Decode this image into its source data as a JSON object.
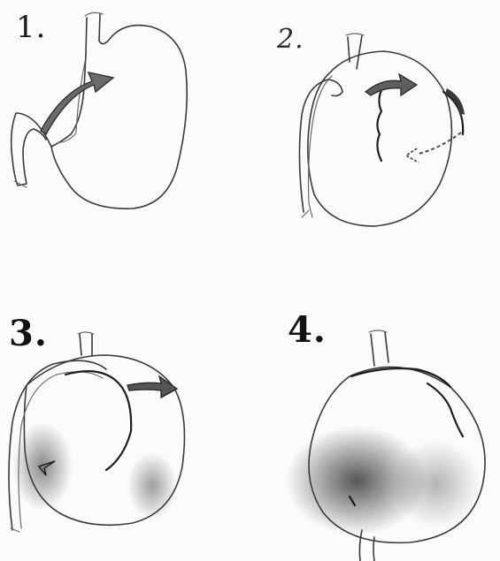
{
  "panels": [
    {
      "label": "1."
    },
    {
      "label": "2."
    },
    {
      "label": "3."
    },
    {
      "label": "4."
    }
  ],
  "colors": {
    "paper": "#fbfbfb",
    "pencil": "#3a3a3a",
    "shading": "#2b2b2b",
    "arrow_fill": "#5a5a5a"
  },
  "icons": {
    "arrow": "curved-arrow-icon",
    "dashed_arrow": "dashed-arrow-icon"
  }
}
